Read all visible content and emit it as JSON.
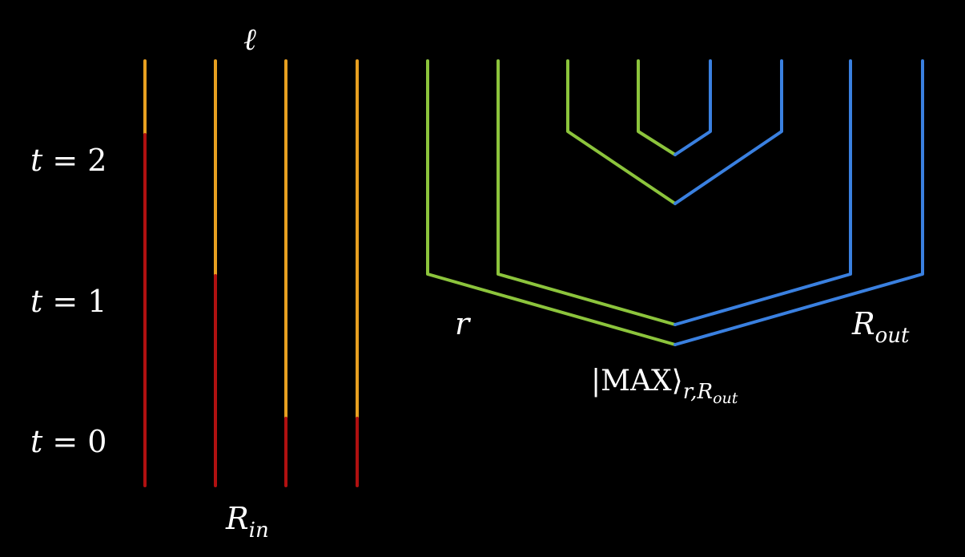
{
  "colors": {
    "background": "#000000",
    "orange": "#E8A020",
    "red": "#B01010",
    "green": "#8CC43C",
    "blue": "#3A80E0",
    "text": "#ffffff"
  },
  "labels": {
    "ell": "ℓ",
    "r": "r",
    "r_out_main": "R",
    "r_out_sub": "out",
    "r_in_main": "R",
    "r_in_sub": "in",
    "max_open": "|",
    "max_text": "MAX",
    "max_close": "⟩",
    "max_sub_r": "r,",
    "max_sub_R": "R",
    "max_sub_out": "out"
  },
  "time_labels": [
    {
      "var": "t",
      "eq": " = 2"
    },
    {
      "var": "t",
      "eq": " = 1"
    },
    {
      "var": "t",
      "eq": " = 0"
    }
  ]
}
